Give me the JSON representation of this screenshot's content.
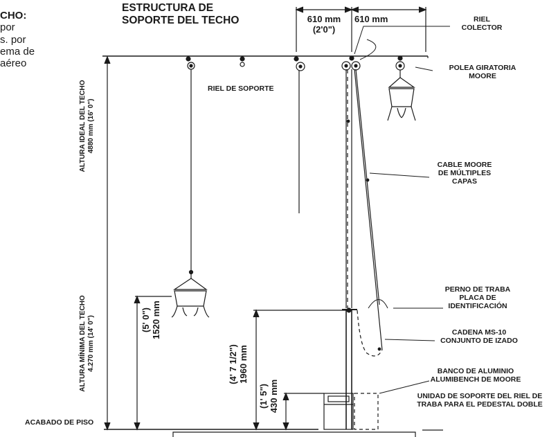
{
  "corner_text": {
    "line1": "CHO:",
    "line2": "por",
    "line3": "s. por",
    "line4": "ema de",
    "line5": "aéreo"
  },
  "title": {
    "line1": "ESTRUCTURA DE",
    "line2": "SOPORTE DEL TECHO"
  },
  "dimensions_top": {
    "left_mm": "610 mm",
    "left_ft": "(2'0\")",
    "right_mm": "610 mm"
  },
  "labels": {
    "riel_colector": [
      "RIEL",
      "COLECTOR"
    ],
    "polea": [
      "POLEA GIRATORIA",
      "MOORE"
    ],
    "riel_soporte": "RIEL DE SOPORTE",
    "cable": [
      "CABLE MOORE",
      "DE MÚLTIPLES",
      "CAPAS"
    ],
    "perno": [
      "PERNO DE TRABA",
      "PLACA DE",
      "IDENTIFICACIÓN"
    ],
    "cadena": [
      "CADENA MS-10",
      "CONJUNTO DE IZADO"
    ],
    "banco": [
      "BANCO DE ALUMINIO",
      "ALUMIBENCH DE MOORE"
    ],
    "unidad": [
      "UNIDAD DE SOPORTE DEL RIEL DE",
      "TRABA PARA EL PEDESTAL DOBLE"
    ],
    "acabado": "ACABADO DE PISO"
  },
  "vertical_labels": {
    "altura_ideal": [
      "ALTURA IDEAL DEL TECHO",
      "4880 mm (16' 0\")"
    ],
    "altura_minima": [
      "ALTURA MÍNIMA DEL TECHO",
      "4.270 mm (14' 0\")"
    ],
    "dim_1520": [
      "(5' 0\")",
      "1520 mm"
    ],
    "dim_1960": [
      "(4' 7 1/2\")",
      "1960 mm"
    ],
    "dim_430": [
      "(1' 5\")",
      "430 mm"
    ]
  }
}
